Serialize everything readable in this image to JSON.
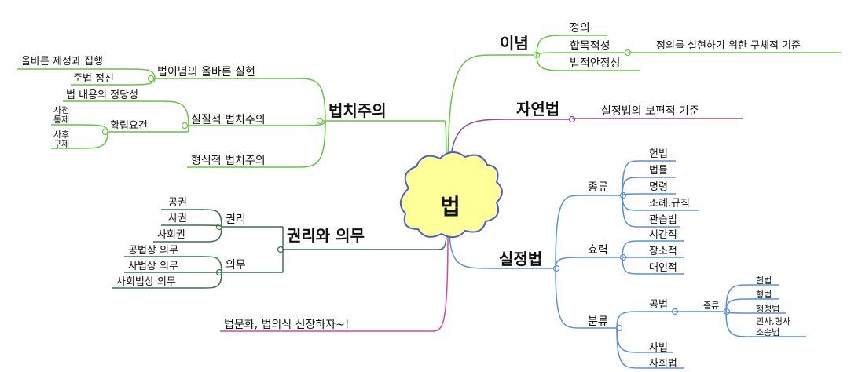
{
  "center": "법",
  "colors": {
    "green": "#66c444",
    "purple": "#8e4a8e",
    "blue": "#5b8fd6",
    "darkgreen": "#3d6e50",
    "pink": "#e040a0",
    "cloud": "#ffff99",
    "cloud_border": "#4a5fd0"
  },
  "ideology": {
    "label": "이념",
    "children": [
      "정의",
      "합목적성",
      "법적안정성"
    ],
    "note": "정의를 실현하기 위한 구체적 기준"
  },
  "natural_law": {
    "label": "자연법",
    "child": "실정법의 보편적 기준"
  },
  "positive_law": {
    "label": "실정법",
    "types": {
      "label": "종류",
      "children": [
        "헌법",
        "법률",
        "명령",
        "조례,규칙",
        "관습법"
      ]
    },
    "effect": {
      "label": "효력",
      "children": [
        "시간적",
        "장소적",
        "대인적"
      ]
    },
    "classification": {
      "label": "분류",
      "public": "공법",
      "public_types": {
        "label": "종류",
        "children": [
          "헌법",
          "형법",
          "행정법",
          "민사,형사",
          "소송법"
        ]
      },
      "private": "사법",
      "social": "사회법"
    }
  },
  "rule_of_law": {
    "label": "법치주의",
    "ideal": {
      "label": "법이념의 올바른 실현",
      "children": [
        "올바른 제정과 집행",
        "준법 정신"
      ]
    },
    "substantive": {
      "label": "실질적 법치주의",
      "justice": "법 내용의 정당성",
      "requirements": {
        "label": "확립요건",
        "children": [
          "사전",
          "통제",
          "사후",
          "구제"
        ]
      }
    },
    "formal": "형식적 법치주의"
  },
  "rights_duties": {
    "label": "권리와 의무",
    "rights": {
      "label": "권리",
      "children": [
        "공권",
        "사권",
        "사회권"
      ]
    },
    "duties": {
      "label": "의무",
      "children": [
        "공법상 의무",
        "사법상 의무",
        "사회법상 의무"
      ]
    }
  },
  "culture": "법문화, 법의식 신장하자~!"
}
